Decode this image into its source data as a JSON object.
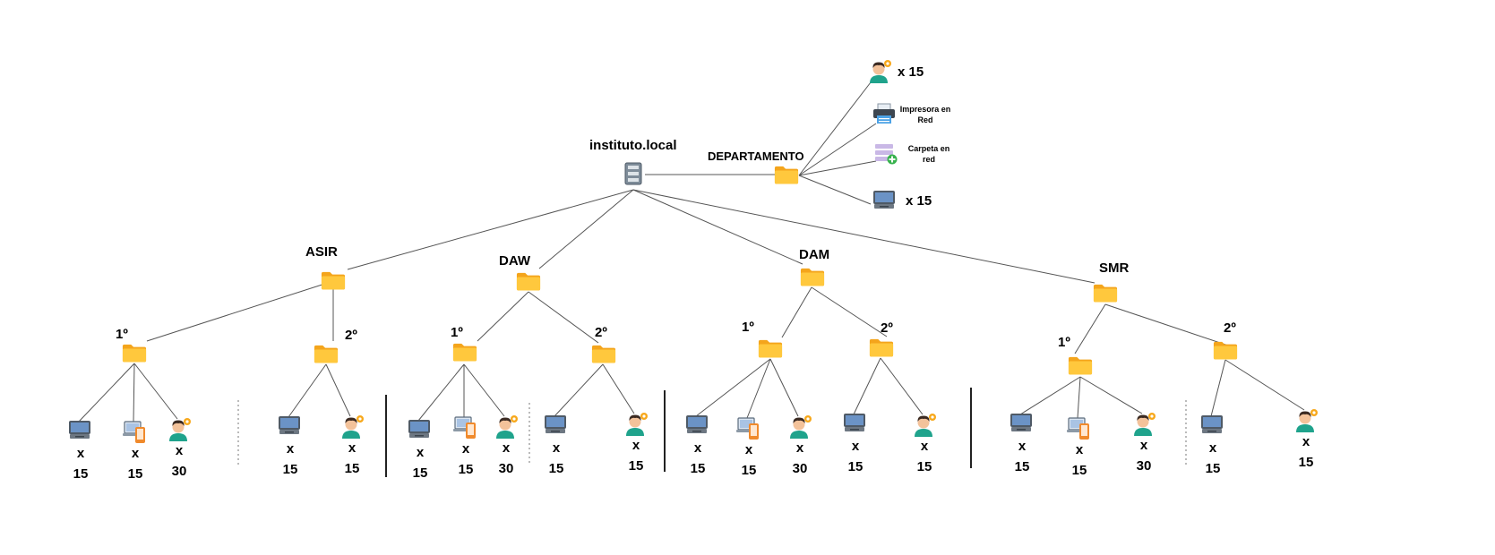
{
  "root": {
    "label": "instituto.local",
    "icon": "server-icon"
  },
  "department": {
    "label": "DEPARTAMENTO",
    "icon": "folder-icon",
    "resources": [
      {
        "icon": "user-icon",
        "label": "x 15"
      },
      {
        "icon": "printer-icon",
        "label": "Impresora en Red"
      },
      {
        "icon": "network-folder-icon",
        "label": "Carpeta en red"
      },
      {
        "icon": "computer-icon",
        "label": "x 15"
      }
    ]
  },
  "branches": [
    {
      "label": "ASIR",
      "courses": [
        {
          "label": "1º",
          "items": [
            {
              "icon": "computer-icon",
              "count": "x\n15"
            },
            {
              "icon": "laptop-phone-icon",
              "count": "x\n15"
            },
            {
              "icon": "user-icon",
              "count": "x\n30"
            }
          ]
        },
        {
          "label": "2º",
          "items": [
            {
              "icon": "computer-icon",
              "count": "x\n15"
            },
            {
              "icon": "user-icon",
              "count": "x\n15"
            }
          ]
        }
      ]
    },
    {
      "label": "DAW",
      "courses": [
        {
          "label": "1º",
          "items": [
            {
              "icon": "computer-icon",
              "count": "x\n15"
            },
            {
              "icon": "laptop-phone-icon",
              "count": "x\n15"
            },
            {
              "icon": "user-icon",
              "count": "x\n30"
            }
          ]
        },
        {
          "label": "2º",
          "items": [
            {
              "icon": "computer-icon",
              "count": "x\n15"
            },
            {
              "icon": "user-icon",
              "count": "x\n15"
            }
          ]
        }
      ]
    },
    {
      "label": "DAM",
      "courses": [
        {
          "label": "1º",
          "items": [
            {
              "icon": "computer-icon",
              "count": "x\n15"
            },
            {
              "icon": "laptop-phone-icon",
              "count": "x\n15"
            },
            {
              "icon": "user-icon",
              "count": "x\n30"
            }
          ]
        },
        {
          "label": "2º",
          "items": [
            {
              "icon": "computer-icon",
              "count": "x\n15"
            },
            {
              "icon": "user-icon",
              "count": "x\n15"
            }
          ]
        }
      ]
    },
    {
      "label": "SMR",
      "courses": [
        {
          "label": "1º",
          "items": [
            {
              "icon": "computer-icon",
              "count": "x\n15"
            },
            {
              "icon": "laptop-phone-icon",
              "count": "x\n15"
            },
            {
              "icon": "user-icon",
              "count": "x\n30"
            }
          ]
        },
        {
          "label": "2º",
          "items": [
            {
              "icon": "computer-icon",
              "count": "x\n15"
            },
            {
              "icon": "user-icon",
              "count": "x\n15"
            }
          ]
        }
      ]
    }
  ],
  "colors": {
    "folder": "#FFC83D",
    "folder_dark": "#F4A51C",
    "monitor": "#6B93C6",
    "skin": "#F3C29A",
    "shirt": "#1FA38C",
    "hair": "#3B2A22",
    "badge": "#F7A81B",
    "phone": "#F08A2C",
    "line": "#555555"
  }
}
